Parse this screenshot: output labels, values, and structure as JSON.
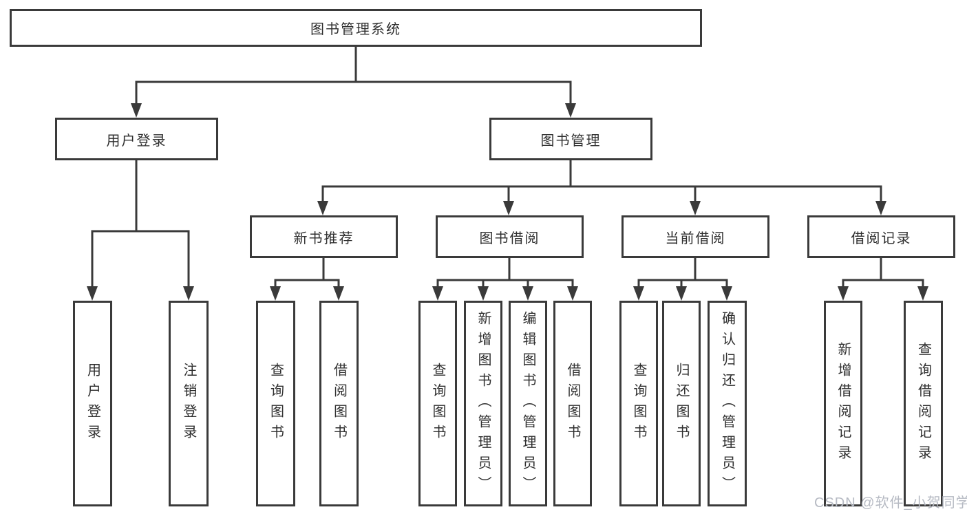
{
  "diagram": {
    "tree": {
      "root": {
        "label": "图书管理系统"
      },
      "children": [
        {
          "label": "用户登录",
          "children": [
            {
              "label": "用户登录"
            },
            {
              "label": "注销登录"
            }
          ]
        },
        {
          "label": "图书管理",
          "children": [
            {
              "label": "新书推荐",
              "children": [
                {
                  "label": "查询图书"
                },
                {
                  "label": "借阅图书"
                }
              ]
            },
            {
              "label": "图书借阅",
              "children": [
                {
                  "label": "查询图书"
                },
                {
                  "label": "新增图书（管理员）"
                },
                {
                  "label": "编辑图书（管理员）"
                },
                {
                  "label": "借阅图书"
                }
              ]
            },
            {
              "label": "当前借阅",
              "children": [
                {
                  "label": "查询图书"
                },
                {
                  "label": "归还图书"
                },
                {
                  "label": "确认归还（管理员）"
                }
              ]
            },
            {
              "label": "借阅记录",
              "children": [
                {
                  "label": "新增借阅记录"
                },
                {
                  "label": "查询借阅记录"
                }
              ]
            }
          ]
        }
      ]
    },
    "watermark": "CSDN @软件_小贺同学",
    "colors": {
      "line": "#3a3a3a",
      "text": "#2f2f2f",
      "background": "#ffffff",
      "watermark": "#b6bac3"
    }
  }
}
